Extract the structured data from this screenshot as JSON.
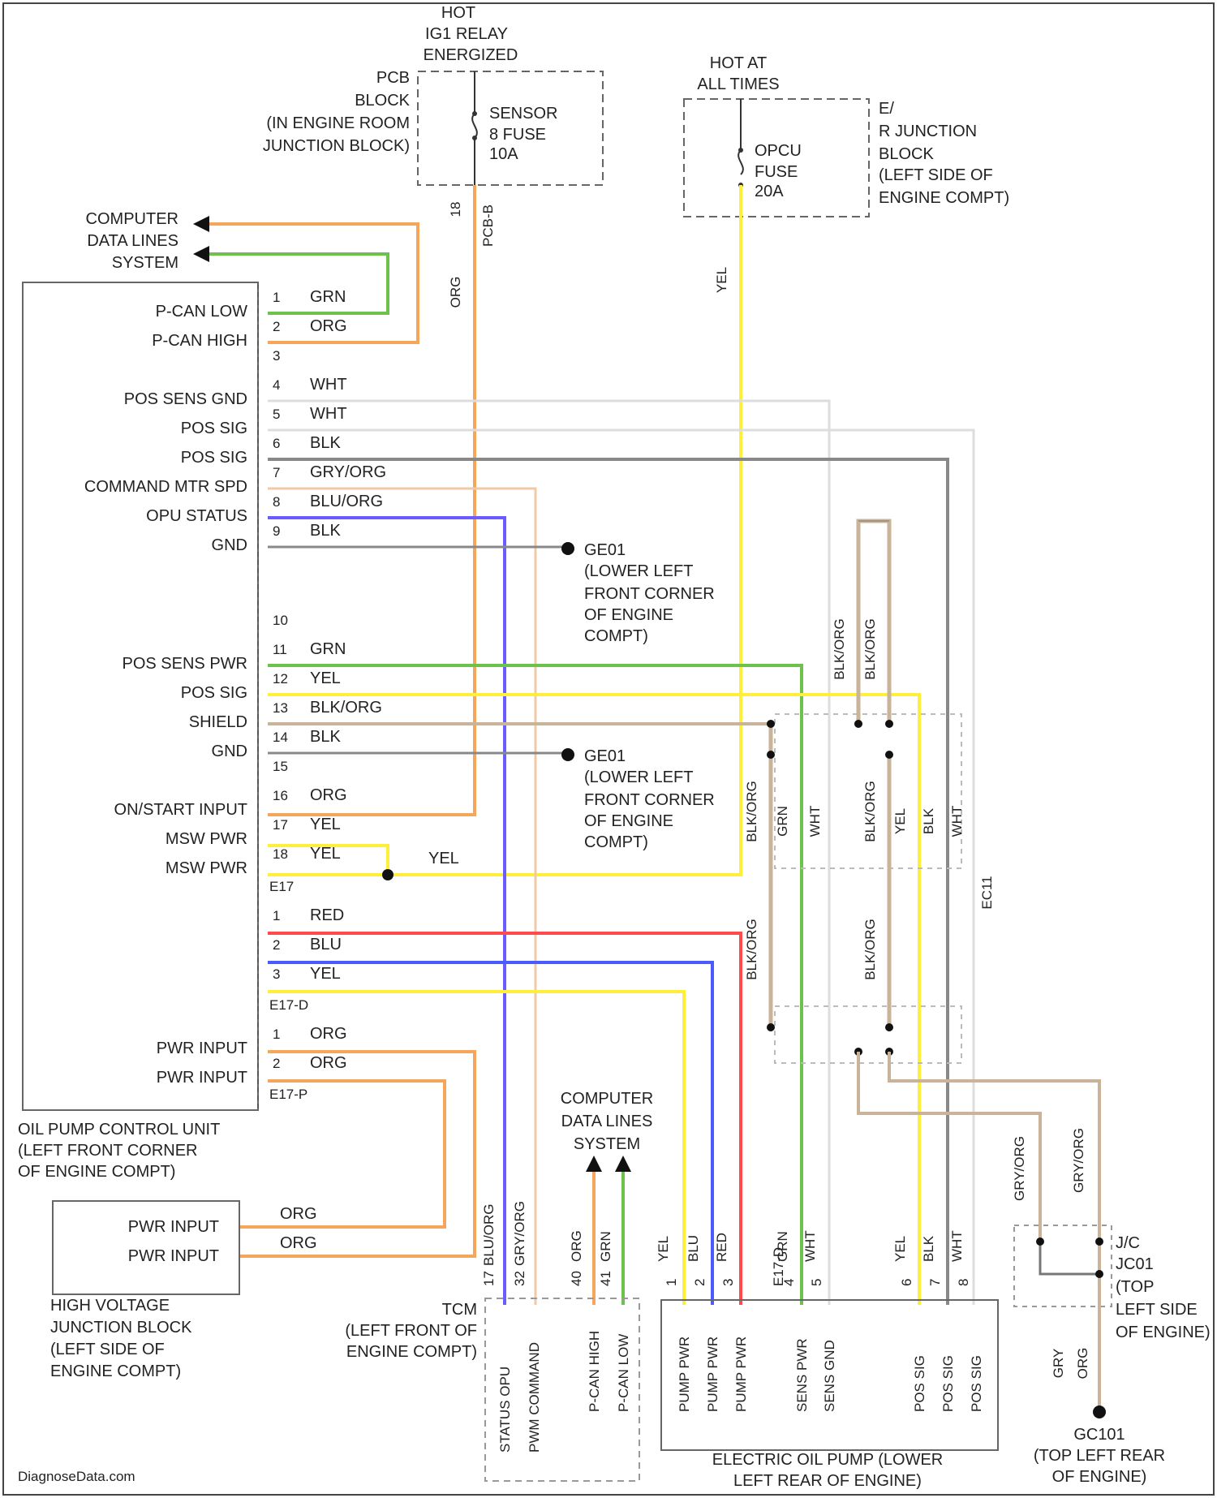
{
  "watermark": "DiagnoseData.com",
  "relay_top": {
    "l1": "HOT",
    "l2": "IG1 RELAY",
    "l3": "ENERGIZED"
  },
  "pcb_block": {
    "l1": "PCB",
    "l2": "BLOCK",
    "l3": "(IN ENGINE ROOM",
    "l4": "JUNCTION BLOCK)"
  },
  "sensor_fuse": {
    "l1": "SENSOR",
    "l2": "8 FUSE",
    "l3": "10A"
  },
  "pcb_pins": {
    "a": "18",
    "b": "PCB-B"
  },
  "hot_at_all": {
    "l1": "HOT AT",
    "l2": "ALL TIMES"
  },
  "opcu_fuse": {
    "l1": "OPCU",
    "l2": "FUSE",
    "l3": "20A"
  },
  "e_junction": {
    "l1": "E/",
    "l2": "R JUNCTION",
    "l3": "BLOCK",
    "l4": "(LEFT SIDE OF",
    "l5": "ENGINE COMPT)"
  },
  "cdl_top": {
    "l1": "COMPUTER",
    "l2": "DATA LINES",
    "l3": "SYSTEM"
  },
  "cdl_bottom": {
    "l1": "COMPUTER",
    "l2": "DATA LINES",
    "l3": "SYSTEM"
  },
  "wire_colors": {
    "org": "ORG",
    "yel": "YEL",
    "yel_mid": "YEL"
  },
  "opu_pins": [
    {
      "label": "P-CAN LOW",
      "num": "1",
      "color": "GRN"
    },
    {
      "label": "P-CAN HIGH",
      "num": "2",
      "color": "ORG"
    },
    {
      "label": "",
      "num": "3",
      "color": ""
    },
    {
      "label": "POS SENS GND",
      "num": "4",
      "color": "WHT"
    },
    {
      "label": "POS SIG",
      "num": "5",
      "color": "WHT"
    },
    {
      "label": "POS SIG",
      "num": "6",
      "color": "BLK"
    },
    {
      "label": "COMMAND MTR SPD",
      "num": "7",
      "color": "GRY/ORG"
    },
    {
      "label": "OPU STATUS",
      "num": "8",
      "color": "BLU/ORG"
    },
    {
      "label": "GND",
      "num": "9",
      "color": "BLK"
    },
    {
      "label": "",
      "num": "10",
      "color": ""
    },
    {
      "label": "POS SENS PWR",
      "num": "11",
      "color": "GRN"
    },
    {
      "label": "POS SIG",
      "num": "12",
      "color": "YEL"
    },
    {
      "label": "SHIELD",
      "num": "13",
      "color": "BLK/ORG"
    },
    {
      "label": "GND",
      "num": "14",
      "color": "BLK"
    },
    {
      "label": "",
      "num": "15",
      "color": ""
    },
    {
      "label": "ON/START INPUT",
      "num": "16",
      "color": "ORG"
    },
    {
      "label": "MSW PWR",
      "num": "17",
      "color": "YEL"
    },
    {
      "label": "MSW PWR",
      "num": "18",
      "color": "YEL"
    },
    {
      "label": "",
      "num": "1",
      "color": "RED"
    },
    {
      "label": "",
      "num": "2",
      "color": "BLU"
    },
    {
      "label": "",
      "num": "3",
      "color": "YEL"
    },
    {
      "label": "PWR INPUT",
      "num": "1",
      "color": "ORG"
    },
    {
      "label": "PWR INPUT",
      "num": "2",
      "color": "ORG"
    }
  ],
  "connectors": {
    "c1": "E17",
    "c2": "E17-D",
    "c3": "E17-P"
  },
  "ground1": {
    "l1": "GE01",
    "l2": "(LOWER LEFT",
    "l3": "FRONT CORNER",
    "l4": "OF ENGINE",
    "l5": "COMPT)"
  },
  "ground2": {
    "l1": "GE01",
    "l2": "(LOWER LEFT",
    "l3": "FRONT CORNER",
    "l4": "OF ENGINE",
    "l5": "COMPT)"
  },
  "opu_caption": {
    "l1": "OIL PUMP CONTROL UNIT",
    "l2": "(LEFT FRONT CORNER",
    "l3": "OF ENGINE COMPT)"
  },
  "hv_box": {
    "p1": "PWR INPUT",
    "p2": "PWR INPUT",
    "w1": "ORG",
    "w2": "ORG"
  },
  "hv_caption": {
    "l1": "HIGH VOLTAGE",
    "l2": "JUNCTION BLOCK",
    "l3": "(LEFT SIDE OF",
    "l4": "ENGINE COMPT)"
  },
  "tcm": {
    "caption": {
      "l1": "TCM",
      "l2": "(LEFT FRONT OF",
      "l3": "ENGINE COMPT)"
    },
    "pins": [
      {
        "num": "17",
        "color": "BLU/ORG",
        "label": "STATUS OPU"
      },
      {
        "num": "32",
        "color": "GRY/ORG",
        "label": "PWM COMMAND"
      },
      {
        "num": "40",
        "color": "ORG",
        "label": "P-CAN HIGH"
      },
      {
        "num": "41",
        "color": "GRN",
        "label": "P-CAN LOW"
      }
    ]
  },
  "eop": {
    "caption": {
      "l1": "ELECTRIC OIL PUMP (LOWER",
      "l2": "LEFT REAR OF ENGINE)"
    },
    "pins": [
      {
        "num": "1",
        "color": "YEL",
        "label": "PUMP PWR"
      },
      {
        "num": "2",
        "color": "BLU",
        "label": "PUMP PWR"
      },
      {
        "num": "3",
        "color": "RED",
        "label": "PUMP PWR"
      },
      {
        "num": "4",
        "color": "GRN",
        "label": "SENS PWR"
      },
      {
        "num": "5",
        "color": "WHT",
        "label": "SENS GND"
      },
      {
        "num": "6",
        "color": "YEL",
        "label": "POS SIG"
      },
      {
        "num": "7",
        "color": "BLK",
        "label": "POS SIG"
      },
      {
        "num": "8",
        "color": "WHT",
        "label": "POS SIG"
      }
    ],
    "conn": "E17-D"
  },
  "shield_labels": {
    "a": "BLK/ORG",
    "b": "BLK/ORG",
    "c": "BLK/ORG",
    "d": "BLK/ORG",
    "e": "BLK/ORG",
    "f": "BLK/ORG",
    "g": "BLK/ORG"
  },
  "vert_labels": {
    "grn": "GRN",
    "wht": "WHT",
    "yel": "YEL",
    "blk": "BLK",
    "wht2": "WHT",
    "conn": "EC11"
  },
  "jc": {
    "l1": "J/C",
    "l2": "JC01",
    "l3": "(TOP",
    "l4": "LEFT SIDE",
    "l5": "OF ENGINE)"
  },
  "jc_wires": {
    "a": "GRY/ORG",
    "b": "GRY/ORG",
    "c": "GRY",
    "d": "ORG"
  },
  "gc": {
    "l1": "GC101",
    "l2": "(TOP LEFT REAR",
    "l3": "OF ENGINE)"
  }
}
